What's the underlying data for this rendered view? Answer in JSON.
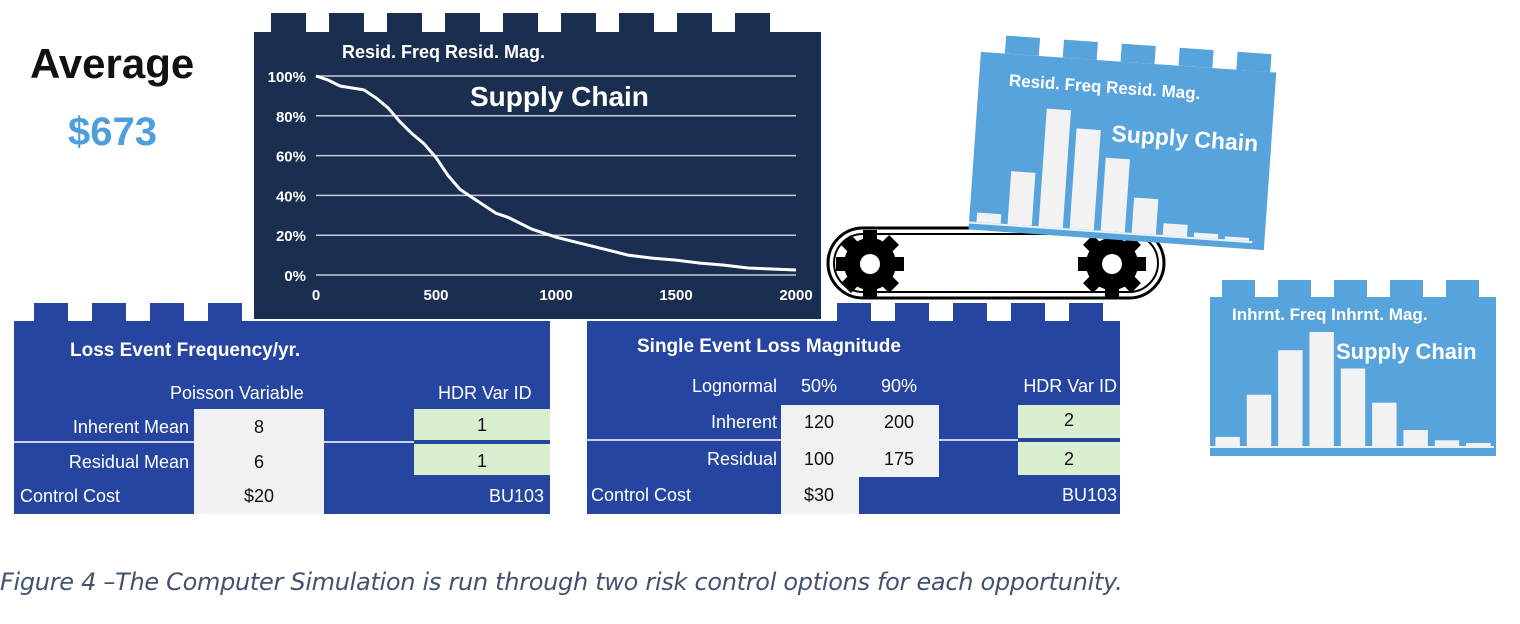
{
  "average": {
    "label": "Average",
    "value": "$673"
  },
  "dark_chart": {
    "header": "Resid. Freq Resid. Mag.",
    "title": "Supply Chain"
  },
  "chart_data": [
    {
      "type": "line",
      "title": "Supply Chain",
      "subtitle": "Resid. Freq Resid. Mag.",
      "x": [
        0,
        50,
        100,
        200,
        250,
        300,
        350,
        400,
        450,
        500,
        550,
        600,
        650,
        700,
        750,
        800,
        900,
        1000,
        1100,
        1200,
        1300,
        1400,
        1500,
        1600,
        1700,
        1800,
        1900,
        2000
      ],
      "y": [
        100,
        98,
        95,
        93,
        89,
        84,
        77,
        71,
        66,
        59,
        50,
        43,
        39,
        35,
        31,
        29,
        23,
        19,
        16,
        13,
        10,
        8.5,
        7.5,
        6,
        5,
        3.5,
        3,
        2.5
      ],
      "xlim": [
        0,
        2000
      ],
      "ylim": [
        0,
        100
      ],
      "xticks": [
        "0",
        "500",
        "1000",
        "1500",
        "2000"
      ],
      "yticks": [
        "0%",
        "20%",
        "40%",
        "60%",
        "80%",
        "100%"
      ],
      "grid": true,
      "color": "#ffffff"
    },
    {
      "type": "bar",
      "title": "Supply Chain",
      "subtitle": "Resid. Freq Resid. Mag.",
      "values": [
        8,
        45,
        100,
        85,
        62,
        30,
        10,
        4,
        2
      ],
      "color": "#f2f2f2"
    },
    {
      "type": "bar",
      "title": "Supply Chain",
      "subtitle": "Inhrnt. Freq Inhrnt. Mag.",
      "values": [
        8,
        45,
        84,
        100,
        68,
        38,
        14,
        5,
        2
      ],
      "color": "#f2f2f2"
    }
  ],
  "freq_table": {
    "title": "Loss Event Frequency/yr.",
    "col_variable": "Poisson Variable",
    "col_hdr": "HDR Var ID",
    "rows": [
      {
        "label": "Inherent Mean",
        "value": "8",
        "hdr": "1"
      },
      {
        "label": "Residual Mean",
        "value": "6",
        "hdr": "1"
      }
    ],
    "cost_label": "Control Cost",
    "cost_value": "$20",
    "bu": "BU103"
  },
  "mag_table": {
    "title": "Single Event Loss Magnitude",
    "col_dist": "Lognormal",
    "col_50": "50%",
    "col_90": "90%",
    "col_hdr": "HDR Var ID",
    "rows": [
      {
        "label": "Inherent",
        "p50": "120",
        "p90": "200",
        "hdr": "2"
      },
      {
        "label": "Residual",
        "p50": "100",
        "p90": "175",
        "hdr": "2"
      }
    ],
    "cost_label": "Control Cost",
    "cost_value": "$30",
    "bu": "BU103"
  },
  "resid_brick": {
    "header": "Resid. Freq Resid. Mag.",
    "title": "Supply Chain"
  },
  "inhrnt_brick": {
    "header": "Inhrnt. Freq Inhrnt. Mag.",
    "title": "Supply Chain"
  },
  "caption": "Figure 4 –The Computer Simulation is run through two risk control options for each opportunity."
}
